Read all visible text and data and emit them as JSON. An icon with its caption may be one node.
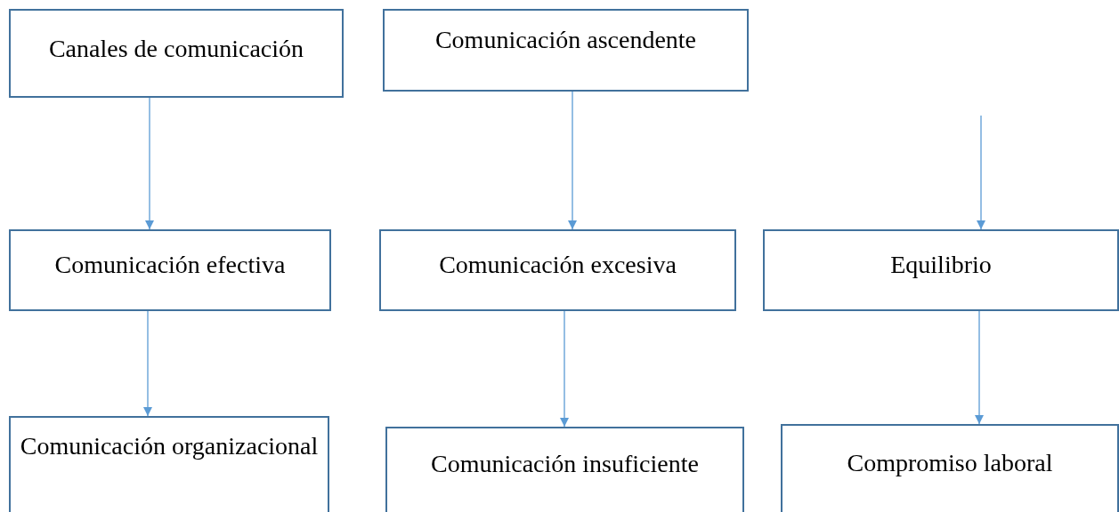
{
  "diagram": {
    "nodes": [
      {
        "text": [
          "Canales de comunicación"
        ]
      },
      {
        "text": [
          "Comunicación ascendente"
        ]
      },
      {
        "text": [
          "Comunicación efectiva"
        ]
      },
      {
        "text": [
          "Comunicación excesiva"
        ]
      },
      {
        "text": [
          "Equilibrio"
        ]
      },
      {
        "text": [
          "Comunicación organizacional"
        ]
      },
      {
        "text": [
          "Comunicación insuficiente"
        ]
      },
      {
        "text": [
          "Compromiso laboral"
        ]
      }
    ],
    "edges": [
      {
        "from": 0,
        "to": 2,
        "arrow": "to"
      },
      {
        "from": 1,
        "to": 3,
        "arrow": "to"
      },
      {
        "from": null,
        "to": 4,
        "arrow": "to"
      },
      {
        "from": 2,
        "to": 5,
        "arrow": "to"
      },
      {
        "from": 3,
        "to": 6,
        "arrow": "to"
      },
      {
        "from": 4,
        "to": 7,
        "arrow": "to"
      }
    ]
  }
}
